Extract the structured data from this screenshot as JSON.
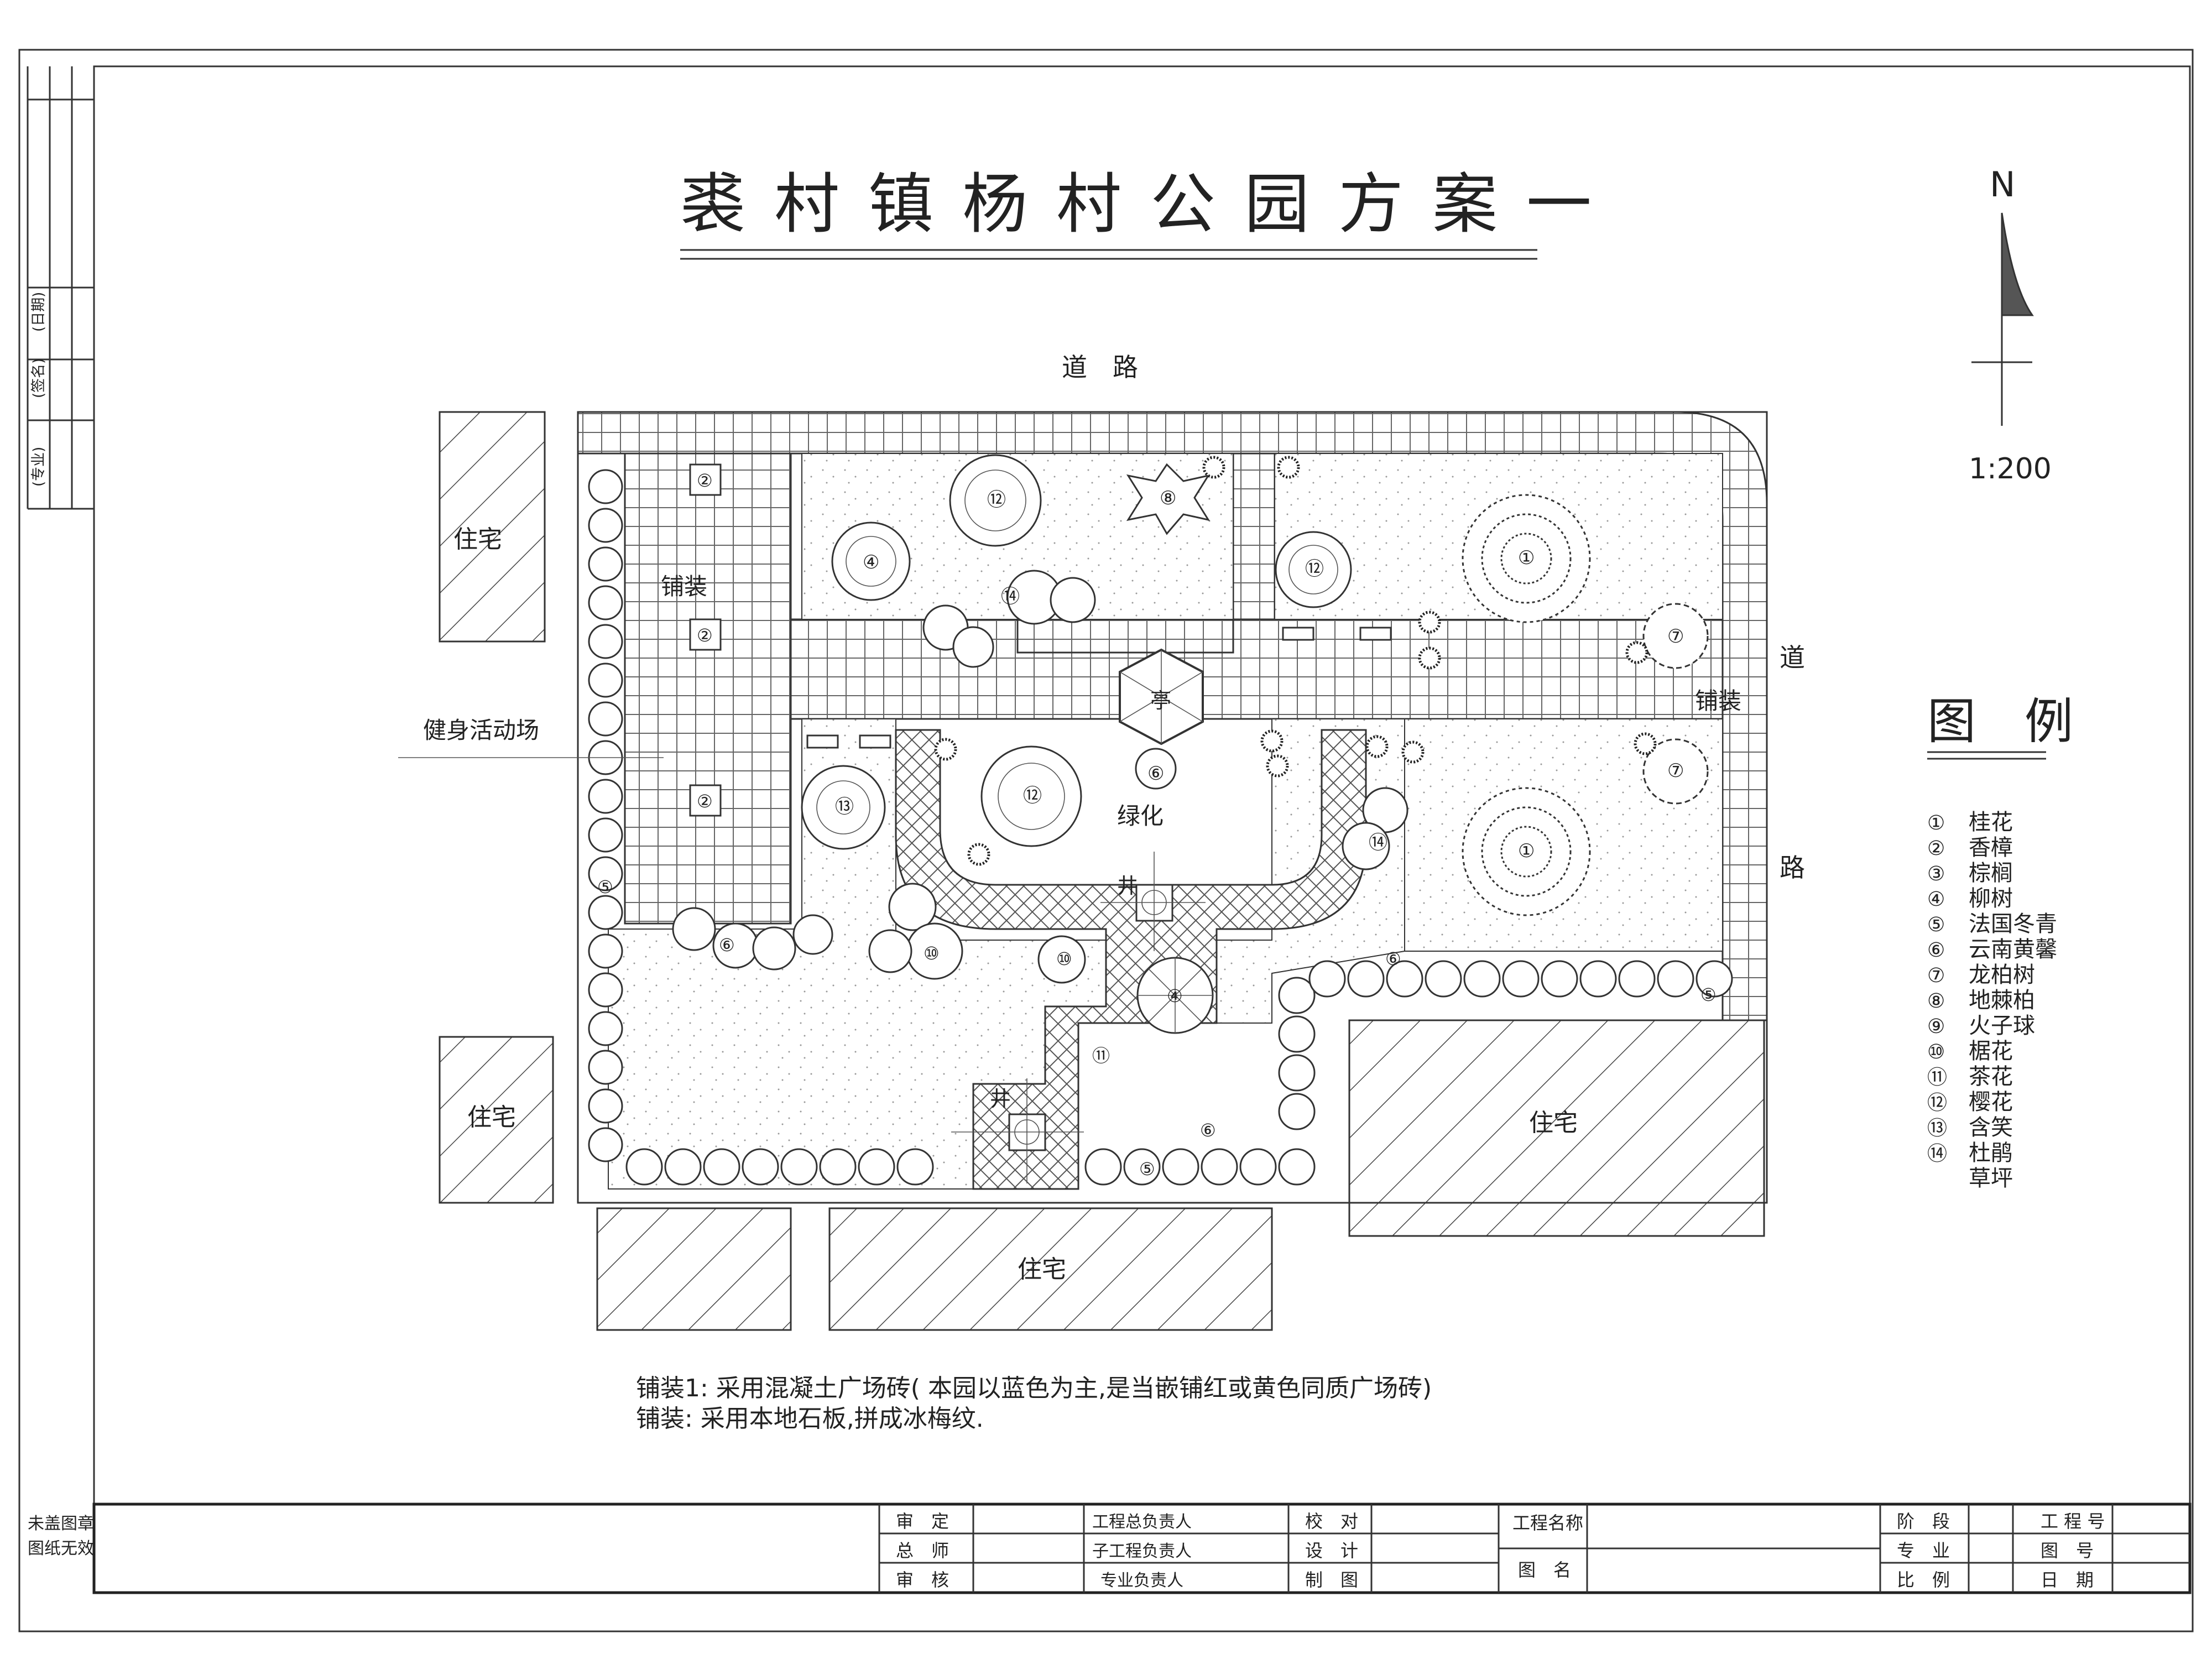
{
  "title": "裘村镇杨村公园方案一",
  "north": {
    "letter": "N",
    "scale": "1:200"
  },
  "labels": {
    "road_top": "道　路",
    "road_right_1": "道",
    "road_right_2": "路",
    "paving_left": "铺装",
    "paving_right": "铺装",
    "fitness": "健身活动场",
    "green": "绿化",
    "pavilion": "亭",
    "well_1": "井",
    "well_2": "井"
  },
  "houses": [
    "住宅",
    "住宅",
    "住宅",
    "住宅"
  ],
  "plant_numbers": [
    "①",
    "②",
    "③",
    "④",
    "⑤",
    "⑥",
    "⑦",
    "⑧",
    "⑨",
    "⑩",
    "⑪",
    "⑫",
    "⑬",
    "⑭"
  ],
  "legend": {
    "title": "图　例",
    "items": [
      {
        "no": "①",
        "name": "桂花"
      },
      {
        "no": "②",
        "name": "香樟"
      },
      {
        "no": "③",
        "name": "棕榈"
      },
      {
        "no": "④",
        "name": "柳树"
      },
      {
        "no": "⑤",
        "name": "法国冬青"
      },
      {
        "no": "⑥",
        "name": "云南黄馨"
      },
      {
        "no": "⑦",
        "name": "龙柏树"
      },
      {
        "no": "⑧",
        "name": "地棘柏"
      },
      {
        "no": "⑨",
        "name": "火子球"
      },
      {
        "no": "⑩",
        "name": "椐花"
      },
      {
        "no": "⑪",
        "name": "茶花"
      },
      {
        "no": "⑫",
        "name": "樱花"
      },
      {
        "no": "⑬",
        "name": "含笑"
      },
      {
        "no": "⑭",
        "name": "杜鹃"
      },
      {
        "no": "",
        "name": "草坪"
      }
    ]
  },
  "notes": [
    "铺装1: 采用混凝土广场砖( 本园以蓝色为主,是当嵌铺红或黄色同质广场砖)",
    "铺装: 采用本地石板,拼成冰梅纹."
  ],
  "side_stamp": [
    "(专业)",
    "(签名)",
    "(日期)"
  ],
  "stamp_note": [
    "未盖图章",
    "图纸无效"
  ],
  "title_block": {
    "col1": [
      "审　定",
      "总　师",
      "审　核"
    ],
    "col2": [
      "工程总负责人",
      "子工程负责人",
      "专业负责人"
    ],
    "col3": [
      "校　对",
      "设　计",
      "制　图"
    ],
    "col4": [
      "工程名称",
      "图　名"
    ],
    "col5": [
      "阶　段",
      "专　业",
      "比　例"
    ],
    "col6": [
      "工 程 号",
      "图　号",
      "日　期"
    ]
  }
}
